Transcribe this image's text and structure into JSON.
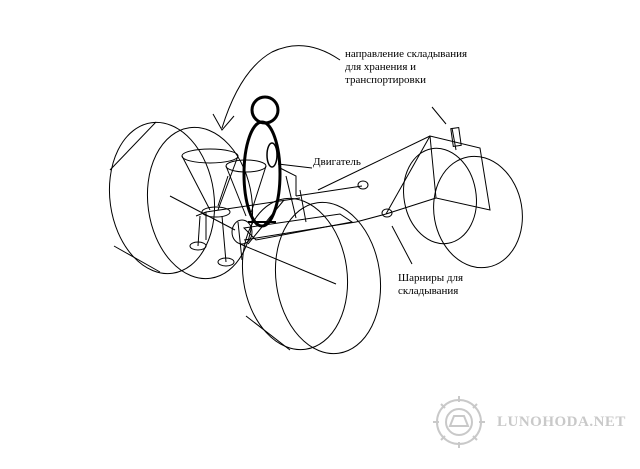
{
  "labels": {
    "direction": {
      "lines": [
        "направление складывания",
        "для хранения и",
        "транспортировки"
      ]
    },
    "engine": "Двигатель",
    "hinges": {
      "lines": [
        "Шарниры для",
        "складывания"
      ]
    }
  },
  "watermark": {
    "text": "LUNOHODA.NET",
    "color": "#c9c9c9"
  },
  "colors": {
    "stroke": "#000000",
    "background": "#ffffff"
  }
}
